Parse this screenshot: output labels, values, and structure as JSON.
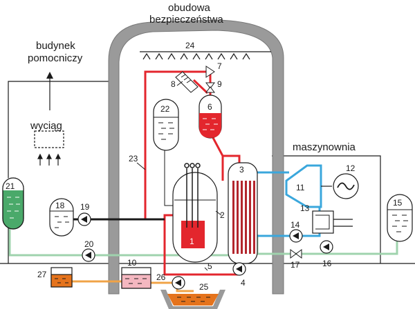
{
  "labels": {
    "containment_line1": "obudowa",
    "containment_line2": "bezpieczeństwa",
    "auxiliary_line1": "budynek",
    "auxiliary_line2": "pomocniczy",
    "exhaust": "wyciąg",
    "turbine_hall": "maszynownia"
  },
  "numbers": {
    "n1": "1",
    "n2": "2",
    "n3": "3",
    "n4": "4",
    "n5": "5",
    "n6": "6",
    "n7": "7",
    "n8": "8",
    "n9": "9",
    "n10": "10",
    "n11": "11",
    "n12": "12",
    "n13": "13",
    "n14": "14",
    "n15": "15",
    "n16": "16",
    "n17": "17",
    "n18": "18",
    "n19": "19",
    "n20": "20",
    "n21": "21",
    "n22": "22",
    "n23": "23",
    "n24": "24",
    "n25": "25",
    "n26": "26",
    "n27": "27"
  },
  "colors": {
    "primary_loop": "#e3262d",
    "steam_line": "#3aa7dc",
    "feed_line": "#9fd3ad",
    "green_tank": "#4aa96a",
    "orange_fill": "#e5731c",
    "orange_line": "#f0a347",
    "pink_fill": "#f4b7c0",
    "structure": "#999999",
    "ink": "#1a1a1a"
  },
  "icons": {
    "pump": "pump-icon",
    "valve": "valve-icon",
    "generator": "generator-icon",
    "spray": "spray-nozzles-icon",
    "exhaust_arrow": "exhaust-arrow-icon"
  }
}
